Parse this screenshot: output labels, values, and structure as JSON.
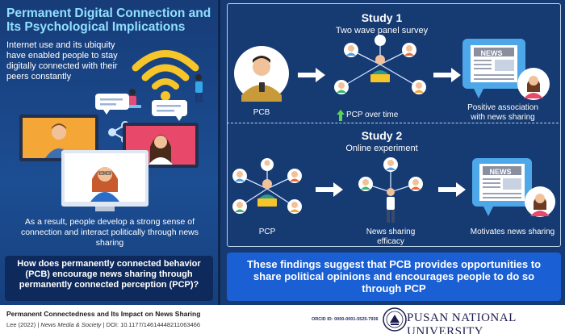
{
  "left": {
    "title": "Permanent Digital Connection and Its Psychological Implications",
    "intro": "Internet use and its ubiquity have enabled people to stay digitally connected with their peers constantly",
    "result": "As a result, people develop a strong sense of connection and interact politically through news sharing",
    "question": "How does permanently connected behavior (PCB) encourage news sharing through permanently connected perception (PCP)?"
  },
  "study1": {
    "title": "Study 1",
    "subtitle": "Two wave panel survey",
    "pcb_label": "PCB",
    "pcp_label": "PCP over time",
    "result_label": "Positive association with news sharing",
    "news_label": "NEWS"
  },
  "study2": {
    "title": "Study 2",
    "subtitle": "Online experiment",
    "pcp_label": "PCP",
    "efficacy_label": "News sharing efficacy",
    "result_label": "Motivates news sharing",
    "news_label": "NEWS"
  },
  "findings": "These findings suggest that PCB provides opportunities to share political opinions and encourages people to do so through PCP",
  "footer": {
    "title": "Permanent Connectedness and Its Impact on News Sharing",
    "cite_prefix": "Lee (2022) |",
    "journal": "News Media & Society",
    "cite_suffix": "| DOI: 10.1177/14614448211063466",
    "orcid": "ORCID ID: 0000-0001-5525-7936",
    "university": "PUSAN NATIONAL UNIVERSITY"
  },
  "colors": {
    "left_bg": "#1c4e93",
    "right_bg": "#163a72",
    "title_cyan": "#8fe0ff",
    "findings_bg": "#1a5fd4",
    "arrow_green": "#5ad35a"
  }
}
